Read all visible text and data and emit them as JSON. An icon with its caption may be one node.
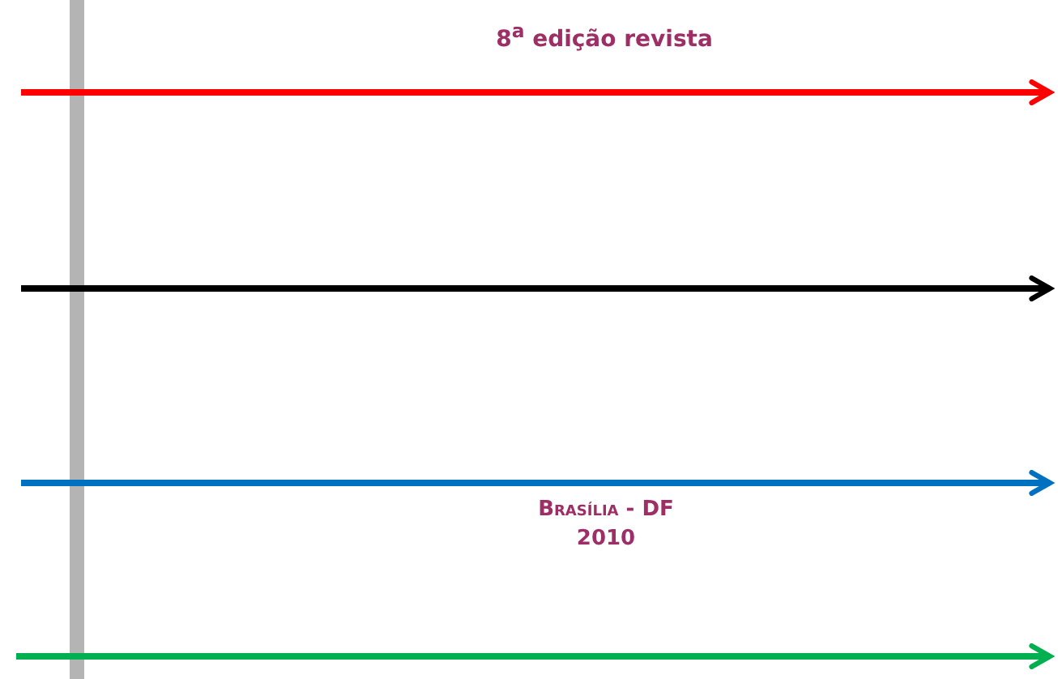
{
  "diagram": {
    "labels": [
      "8$^{a}$ edição revista",
      "Brasília - DF",
      "2010"
    ]
  }
}
